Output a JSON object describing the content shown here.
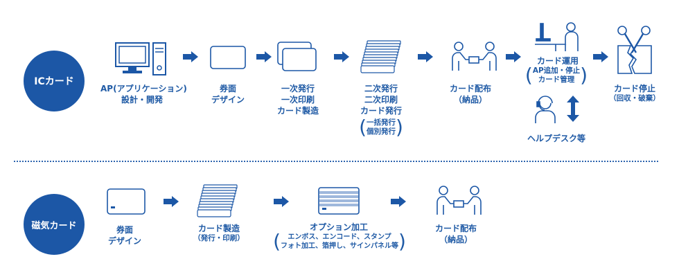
{
  "ic": {
    "title": "ICカード",
    "steps": {
      "ap": {
        "line1": "AP(アプリケーション)",
        "line2": "設計・開発"
      },
      "design": {
        "line1": "券面",
        "line2": "デザイン"
      },
      "primary": {
        "line1": "一次発行",
        "line2": "一次印刷",
        "line3": "カード製造"
      },
      "secondary": {
        "line1": "二次発行",
        "line2": "二次印刷",
        "line3": "カード発行",
        "sub1": "一括発行",
        "sub2": "個別発行"
      },
      "delivery": {
        "line1": "カード配布",
        "line2": "（納品）"
      },
      "operation": {
        "line1": "カード運用",
        "sub1": "AP追加・停止",
        "sub2": "カード管理"
      },
      "helpdesk": {
        "line1": "ヘルプデスク等"
      },
      "stop": {
        "line1": "カード停止",
        "line2": "（回収・破棄）"
      }
    }
  },
  "mag": {
    "title": "磁気カード",
    "steps": {
      "design": {
        "line1": "券面",
        "line2": "デザイン"
      },
      "manufacture": {
        "line1": "カード製造",
        "line2": "（発行・印刷）"
      },
      "option": {
        "line1": "オプション加工",
        "sub1": "エンボス、エンコード、スタンプ",
        "sub2": "フォト加工、箔押し、サインパネル等"
      },
      "delivery": {
        "line1": "カード配布",
        "line2": "（納品）"
      }
    }
  },
  "colors": {
    "primary": "#1c57a6",
    "text": "#1f5aa5"
  }
}
